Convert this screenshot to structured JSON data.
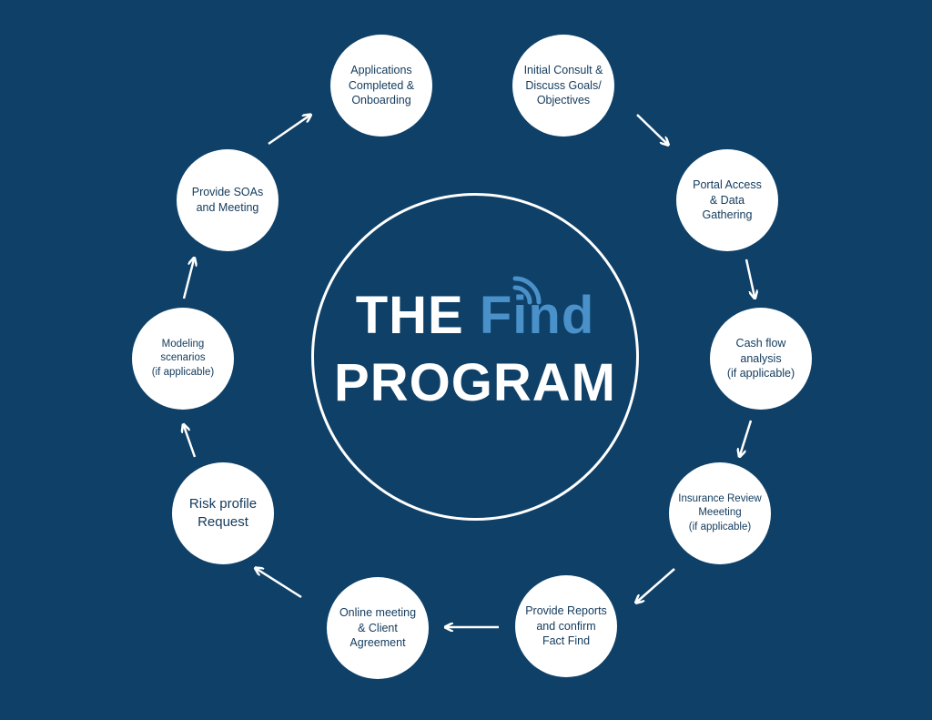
{
  "title": {
    "word1": "THE ",
    "accent_word": "Find",
    "word2": "PROGRAM"
  },
  "colors": {
    "background": "#0e4068",
    "accent": "#4a90c9",
    "circle_fill": "#ffffff",
    "text": "#123a5c"
  },
  "steps": [
    {
      "label": "Initial Consult &\nDiscuss Goals/\nObjectives"
    },
    {
      "label": "Portal Access\n& Data\nGathering"
    },
    {
      "label": "Cash flow\nanalysis\n(if applicable)"
    },
    {
      "label": "Insurance Review\nMeeeting\n(if applicable)"
    },
    {
      "label": "Provide Reports\nand confirm\nFact Find"
    },
    {
      "label": "Online meeting\n& Client\nAgreement"
    },
    {
      "label": "Risk profile\nRequest"
    },
    {
      "label": "Modeling\nscenarios\n(if applicable)"
    },
    {
      "label": "Provide SOAs\nand Meeting"
    },
    {
      "label": "Applications\nCompleted &\nOnboarding"
    }
  ],
  "icons": {
    "signal": "wifi-signal-icon",
    "arrow": "arrow-icon"
  }
}
